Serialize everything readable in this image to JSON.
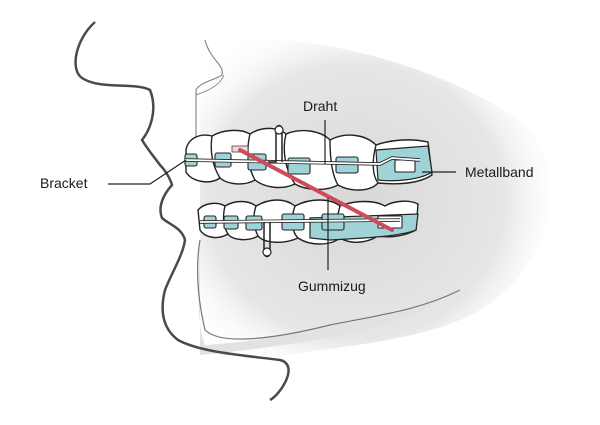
{
  "diagram": {
    "title": "Feste Zahnspange – Seitenansicht",
    "labels": {
      "draht": "Draht",
      "bracket": "Bracket",
      "metallband": "Metallband",
      "gummizug": "Gummizug"
    },
    "colors": {
      "outline": "#2b2b2b",
      "face_line": "#555555",
      "shadow": "#dcdcdc",
      "bracket_fill": "#9fd3d8",
      "elastic": "#cf4a5a",
      "tooth_fill": "#ffffff"
    }
  }
}
